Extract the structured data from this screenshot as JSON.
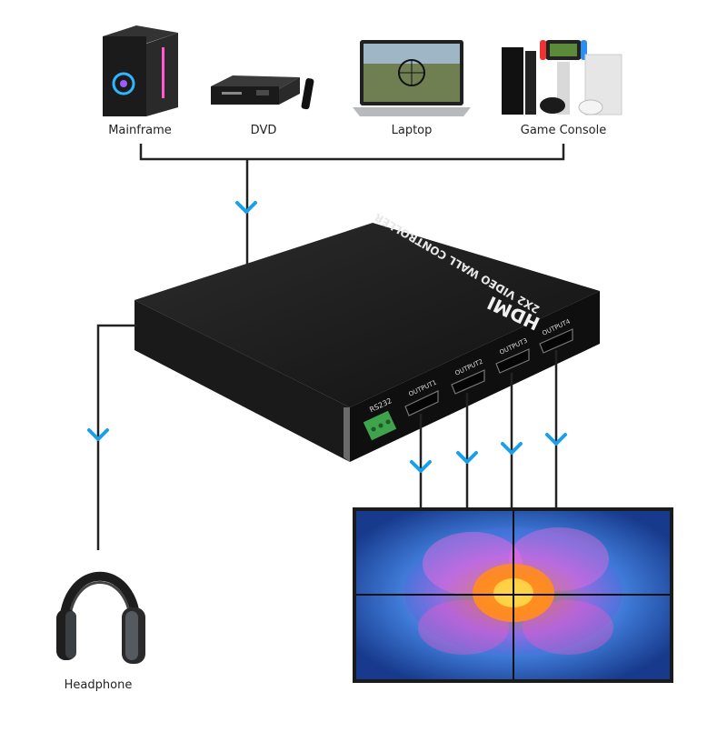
{
  "sources": [
    {
      "label": "Mainframe",
      "icon": "pc-tower-icon"
    },
    {
      "label": "DVD",
      "icon": "dvd-player-icon"
    },
    {
      "label": "Laptop",
      "icon": "laptop-icon"
    },
    {
      "label": "Game Console",
      "icon": "game-console-icon"
    }
  ],
  "device": {
    "title": "2X2 VIDEO WALL CONTROLLER",
    "brand": "HDMI",
    "serial_port": "RS232",
    "outputs": [
      "OUTPUT1",
      "OUTPUT2",
      "OUTPUT3",
      "OUTPUT4"
    ]
  },
  "audio_out": {
    "label": "Headphone",
    "icon": "headphone-icon"
  },
  "display": {
    "name": "video-wall",
    "panels": 4
  },
  "colors": {
    "arrow": "#1aa0e8",
    "line": "#222222",
    "device_body": "#1c1c1c"
  }
}
